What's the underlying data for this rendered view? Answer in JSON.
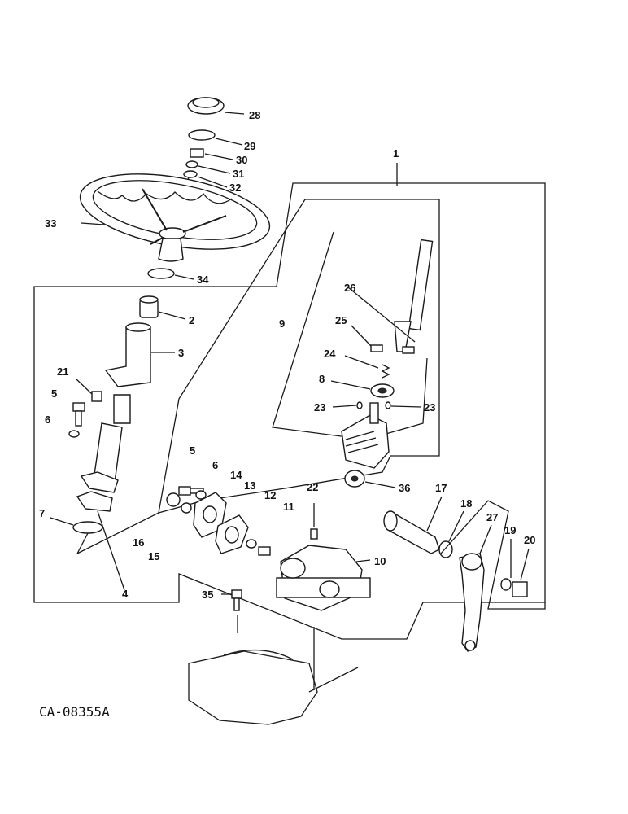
{
  "diagram_code": "CA-08355A",
  "callouts": {
    "c1": "1",
    "c2": "2",
    "c3": "3",
    "c4": "4",
    "c5a": "5",
    "c5b": "5",
    "c6a": "6",
    "c6b": "6",
    "c7": "7",
    "c8": "8",
    "c9": "9",
    "c10": "10",
    "c11": "11",
    "c12": "12",
    "c13": "13",
    "c14": "14",
    "c15": "15",
    "c16": "16",
    "c17": "17",
    "c18": "18",
    "c19": "19",
    "c20": "20",
    "c21": "21",
    "c22": "22",
    "c23a": "23",
    "c23b": "23",
    "c24": "24",
    "c25": "25",
    "c26": "26",
    "c27": "27",
    "c28": "28",
    "c29": "29",
    "c30": "30",
    "c31": "31",
    "c32": "32",
    "c33": "33",
    "c34": "34",
    "c35": "35",
    "c36": "36"
  }
}
